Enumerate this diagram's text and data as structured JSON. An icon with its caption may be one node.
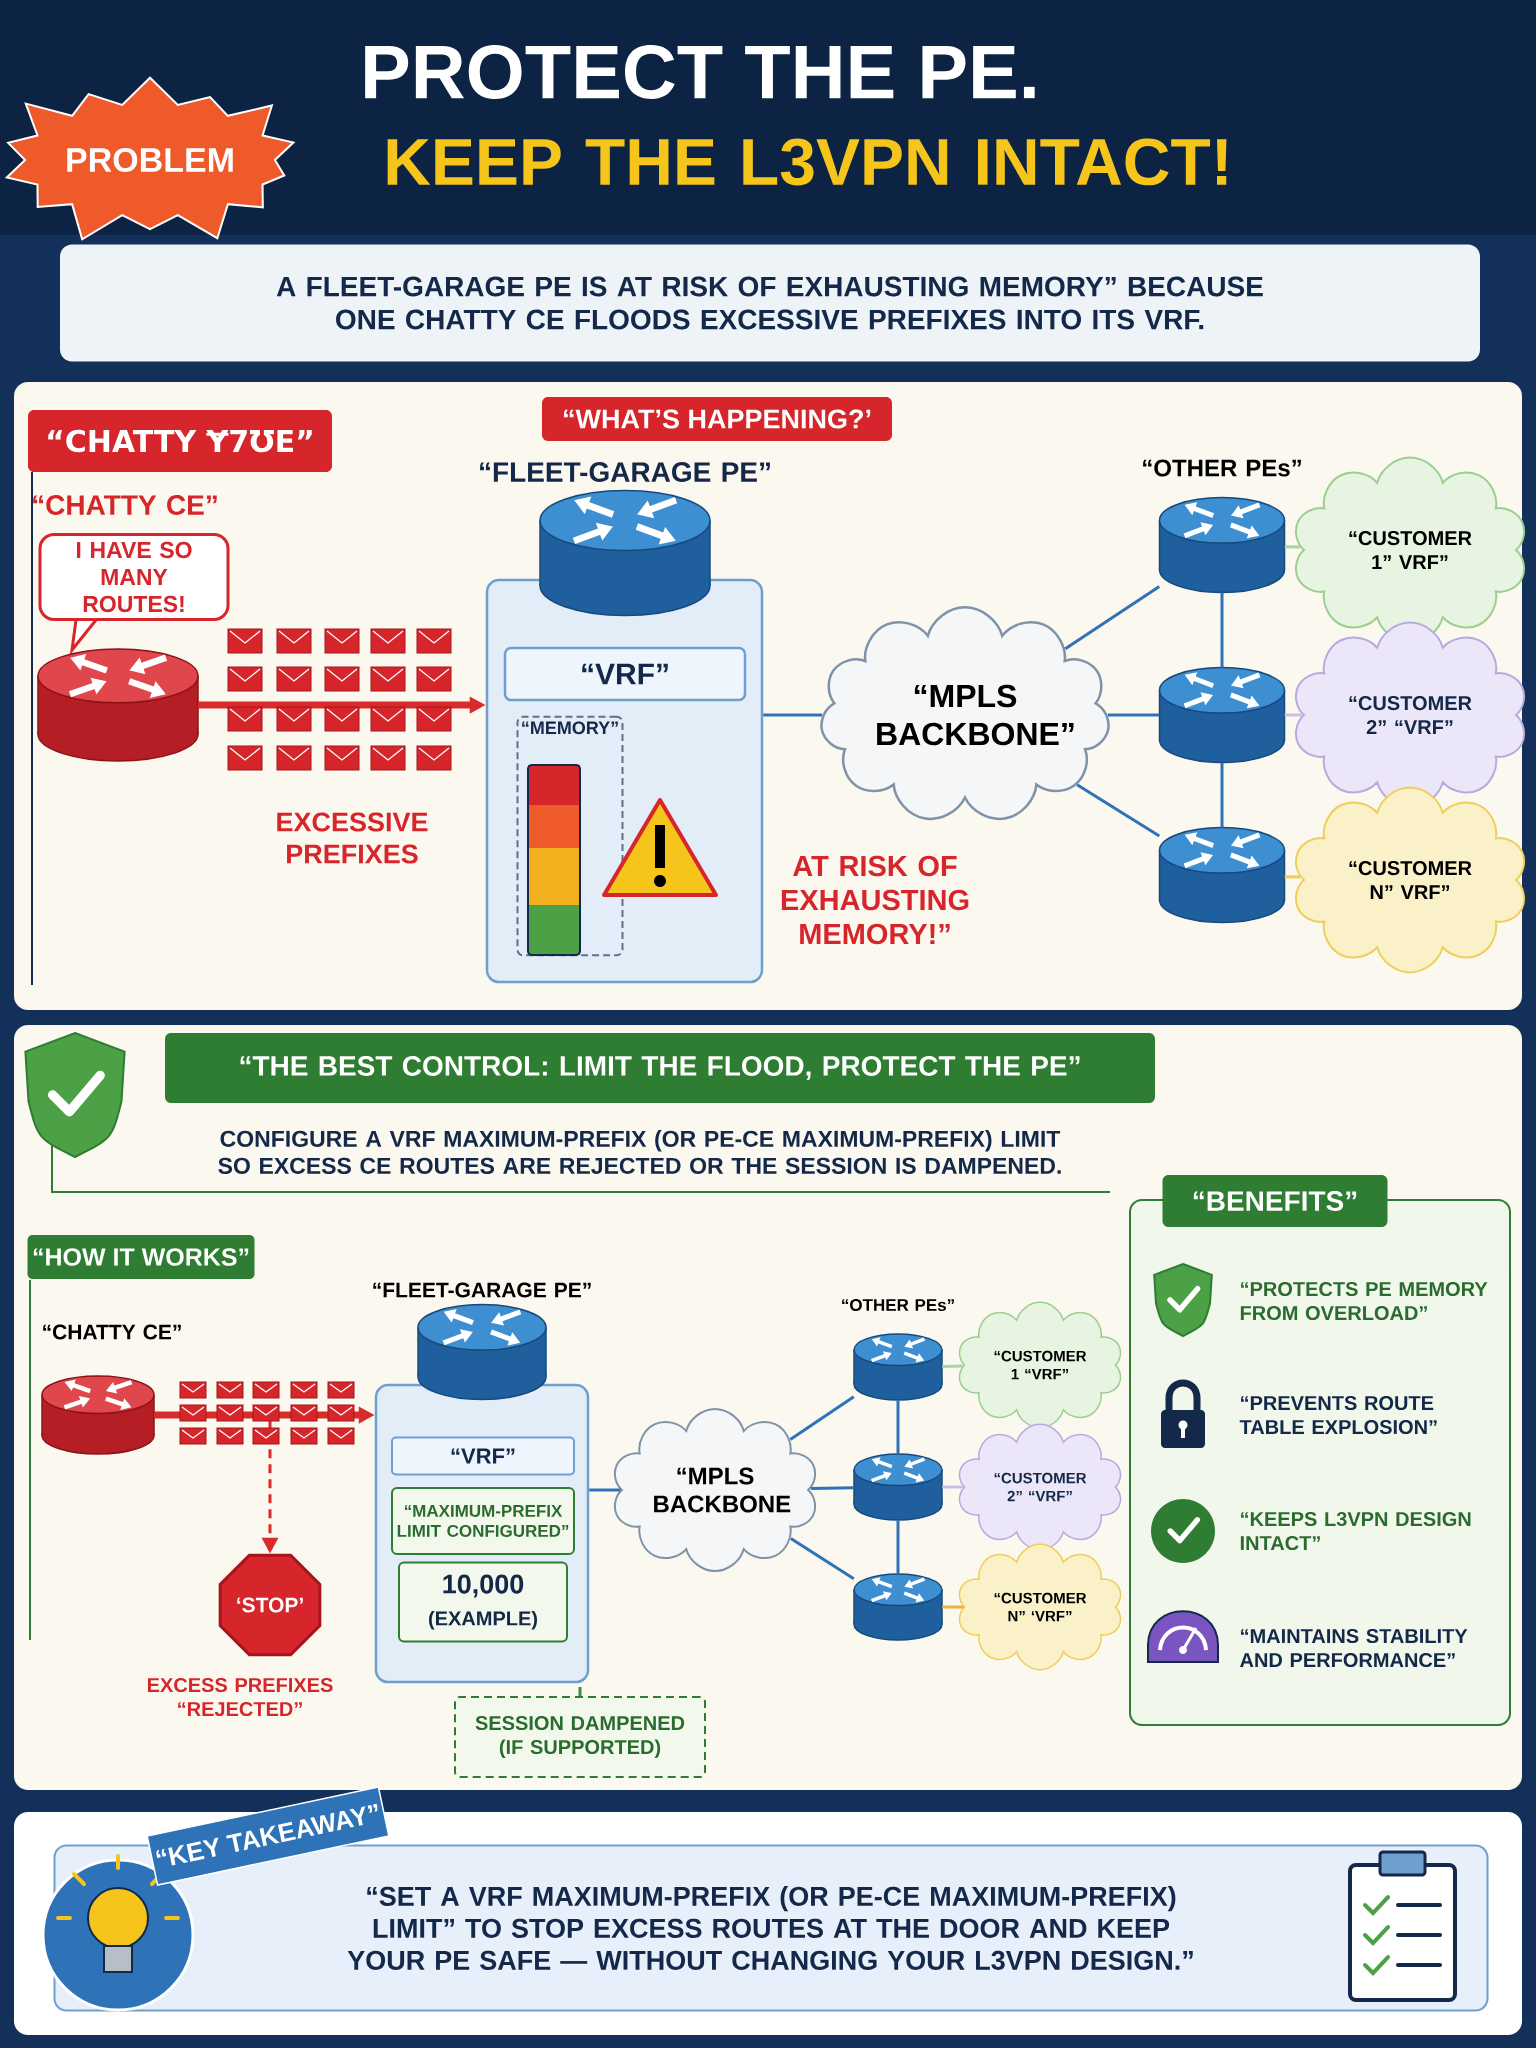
{
  "diagram": {
    "title": "PROTECT THE PE.",
    "nodes": [
      {
        "text": [
          "PROBLEM"
        ]
      },
      {
        "text": [
          "A FLEET-GARAGE PE IS AT RISK OF EXHAUSTING MEMORY” BECAUSE ONE CHATTY CE FLOODS EXCESSIVE PREFIXES INTO ITS VRF."
        ]
      },
      {
        "text": [
          "“CHATTY Ɏ7ƱE”"
        ]
      },
      {
        "text": [
          "“WHAT’S HAPPENING?’"
        ]
      },
      {
        "text": [
          "I HAVE SO MANY ROUTES!"
        ]
      },
      {
        "text": [],
        "shape": "cylinder"
      },
      {
        "text": [],
        "shape": "box"
      },
      {
        "text": [],
        "shape": "cylinder",
        "beside": [
          "“FLEET-GARAGE PE”"
        ]
      },
      {
        "text": [
          "“VRF”"
        ],
        "in": 6
      },
      {
        "text": [
          "“MEMORY”"
        ],
        "in": 6
      },
      {
        "text": [
          "“MPLS BACKBONE”"
        ]
      },
      {
        "text": [],
        "shape": "cylinder"
      },
      {
        "text": [],
        "shape": "cylinder"
      },
      {
        "text": [],
        "shape": "cylinder"
      },
      {
        "text": [
          "“CUSTOMER 1” VRF”"
        ]
      },
      {
        "text": [
          "“CUSTOMER 2” “VRF”"
        ]
      },
      {
        "text": [
          "“CUSTOMER N” VRF”"
        ]
      },
      {
        "text": [
          "“THE BEST CONTROL: LIMIT THE FLOOD, PROTECT THE PE”"
        ]
      },
      {
        "text": [
          "“HOW IT WORKS”"
        ]
      },
      {
        "text": [],
        "shape": "cylinder",
        "beside": [
          "“CHATTY CE”"
        ]
      },
      {
        "text": [],
        "shape": "box"
      },
      {
        "text": [],
        "shape": "cylinder",
        "beside": [
          "“FLEET-GARAGE PE”"
        ]
      },
      {
        "text": [
          "“VRF”"
        ],
        "in": 20
      },
      {
        "text": [
          "“MAXIMUM-PREFIX LIMIT CONFIGURED”"
        ],
        "in": 20
      },
      {
        "text": [
          "10,000",
          "(EXAMPLE)"
        ],
        "in": 20
      },
      {
        "text": [
          "‘STOP’"
        ],
        "beside": [
          "EXCESS PREFIXES “REJECTED”"
        ]
      },
      {
        "text": [
          "SESSION DAMPENED (IF SUPPORTED)"
        ]
      },
      {
        "text": [
          "“MPLS BACKBONE"
        ]
      },
      {
        "text": [],
        "shape": "cylinder"
      },
      {
        "text": [],
        "shape": "cylinder"
      },
      {
        "text": [],
        "shape": "cylinder"
      },
      {
        "text": [
          "“CUSTOMER 1 “VRF”"
        ]
      },
      {
        "text": [
          "“CUSTOMER 2” “VRF”"
        ]
      },
      {
        "text": [
          "“CUSTOMER N” ‘VRF”"
        ]
      },
      {
        "text": [
          "“BENEFITS”",
          "“PROTECTS PE MEMORY FROM OVERLOAD”",
          "“PREVENTS ROUTE TABLE EXPLOSION”",
          "“KEEPS L3VPN DESIGN INTACT”",
          "“MAINTAINS STABILITY AND PERFORMANCE”"
        ]
      },
      {
        "text": [
          "“KEY TAKEAWAY”"
        ]
      },
      {
        "text": [
          "“SET A VRF MAXIMUM-PREFIX (OR PE-CE MAXIMUM-PREFIX) LIMIT” TO STOP EXCESS ROUTES AT THE DOOR AND KEEP YOUR PE SAFE — WITHOUT CHANGING YOUR L3VPN DESIGN.”"
        ]
      }
    ],
    "edges": [
      {
        "from": 5,
        "to": 6,
        "arrow": "to",
        "style": "thick",
        "color": "#d92b2b"
      },
      {
        "from": 6,
        "to": 10,
        "arrow": "none"
      },
      {
        "from": 10,
        "to": 11,
        "arrow": "none"
      },
      {
        "from": 10,
        "to": 12,
        "arrow": "none"
      },
      {
        "from": 10,
        "to": 13,
        "arrow": "none"
      },
      {
        "from": 11,
        "to": 12,
        "arrow": "none"
      },
      {
        "from": 12,
        "to": 13,
        "arrow": "none"
      },
      {
        "from": 11,
        "to": 14,
        "arrow": "none",
        "color": "#a8d5a0"
      },
      {
        "from": 12,
        "to": 15,
        "arrow": "none",
        "color": "#c9bfe8"
      },
      {
        "from": 13,
        "to": 16,
        "arrow": "none",
        "color": "#f0cd50"
      },
      {
        "from": 19,
        "to": 20,
        "arrow": "to",
        "style": "thick",
        "color": "#d92b2b"
      },
      {
        "from": 19,
        "to": 25,
        "arrow": "to",
        "style": "dashed",
        "color": "#d92b2b"
      },
      {
        "from": 20,
        "to": 27,
        "arrow": "none"
      },
      {
        "from": 26,
        "to": 20,
        "arrow": "none",
        "style": "dashed",
        "color": "#3f8f3f"
      },
      {
        "from": 27,
        "to": 28,
        "arrow": "none"
      },
      {
        "from": 27,
        "to": 29,
        "arrow": "none"
      },
      {
        "from": 27,
        "to": 30,
        "arrow": "none"
      },
      {
        "from": 28,
        "to": 29,
        "arrow": "none"
      },
      {
        "from": 29,
        "to": 30,
        "arrow": "none"
      },
      {
        "from": 28,
        "to": 31,
        "arrow": "none",
        "color": "#a8d5a0"
      },
      {
        "from": 29,
        "to": 32,
        "arrow": "none",
        "color": "#c9bfe8"
      },
      {
        "from": 30,
        "to": 33,
        "arrow": "none",
        "color": "#f0b040"
      }
    ],
    "labels": [
      "KEEP THE L3VPN INTACT!",
      "“CHATTY CE”",
      "“OTHER PEs”",
      "EXCESSIVE PREFIXES",
      "AT RISK OF EXHAUSTING MEMORY!”",
      "CONFIGURE A VRF MAXIMUM-PREFIX (OR PE-CE MAXIMUM-PREFIX) LIMIT SO EXCESS CE ROUTES ARE REJECTED OR THE SESSION IS DAMPENED.",
      "“OTHER PEs”"
    ]
  }
}
